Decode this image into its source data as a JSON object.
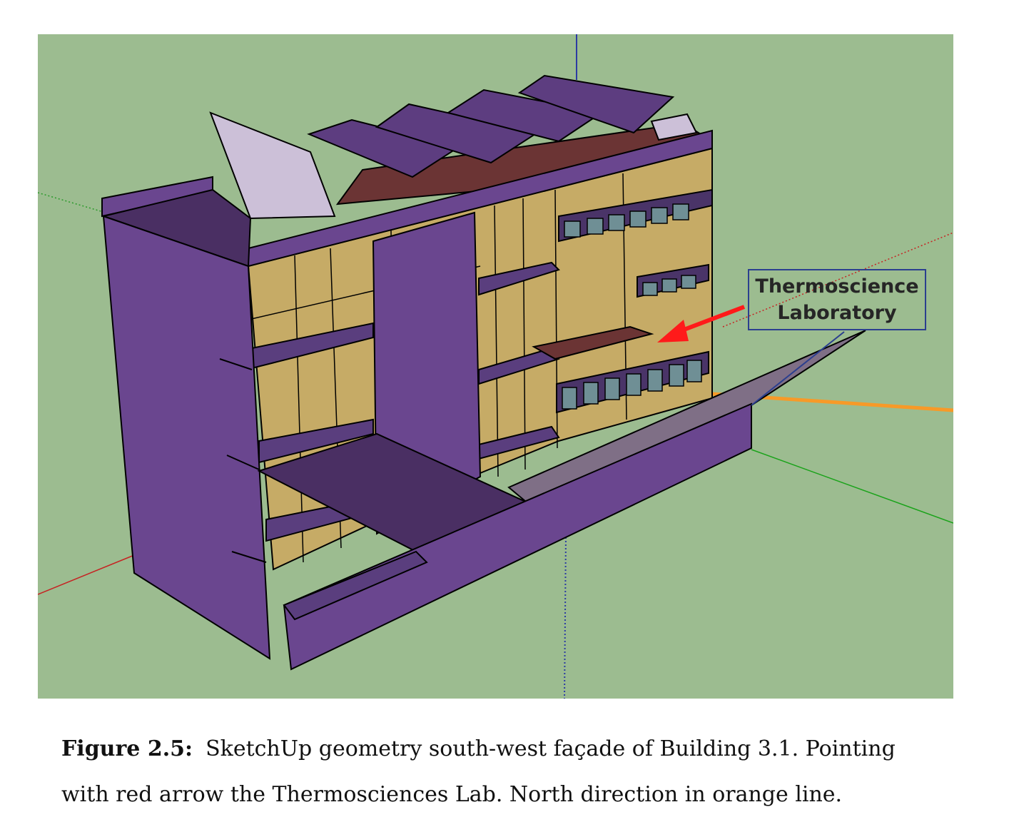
{
  "figure": {
    "callout_line1": "Thermoscience",
    "callout_line2": "Laboratory",
    "colors": {
      "ground": "#9cbc90",
      "facade_purple": "#6a468f",
      "roof_dark": "#4a2f63",
      "wall_tan": "#c6ab66",
      "roof_brown": "#6b3434",
      "canopy_grey": "#7f6f86",
      "lilac_panel": "#ccc0d8",
      "arrow_red": "#ff1a1a",
      "north_orange": "#f79a28",
      "window": "#6f8f95"
    }
  },
  "caption": {
    "label": "Figure 2.5:",
    "text": "SketchUp geometry south-west façade of Building 3.1. Pointing with red arrow the Thermosciences Lab. North direction in orange line."
  }
}
